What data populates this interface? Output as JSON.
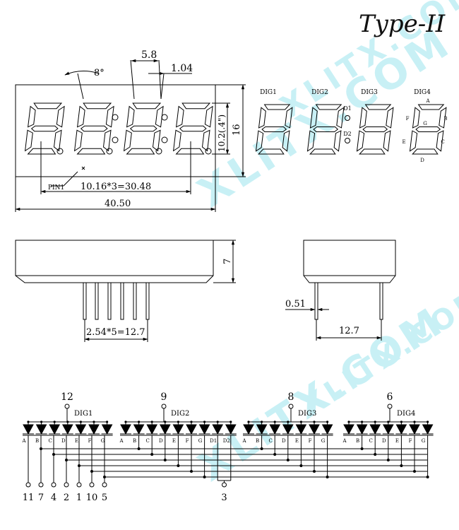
{
  "title": "Type-II",
  "watermark": "XLITX.COM",
  "front_dims": {
    "pitch": "5.8",
    "seg_w": "1.04",
    "slant": "8°",
    "digit_h": "10.2(.4\")",
    "height": "16",
    "pin1": "PIN1",
    "digit_span": "10.16*3=30.48",
    "width": "40.50"
  },
  "side_dims": {
    "depth": "7",
    "pin_pitch": "2.54*5=12.7",
    "pin_dia": "0.51",
    "row_pitch": "12.7"
  },
  "segment_labels": {
    "dig_names": [
      "DIG1",
      "DIG2",
      "DIG3",
      "DIG4"
    ],
    "a": "A",
    "b": "B",
    "c": "C",
    "d": "D",
    "e": "E",
    "f": "F",
    "g": "G",
    "d1": "D1",
    "d2": "D2"
  },
  "schematic": {
    "common_pins": [
      "12",
      "9",
      "8",
      "6"
    ],
    "digits": [
      "DIG1",
      "DIG2",
      "DIG3",
      "DIG4"
    ],
    "seg_letters": [
      [
        "A",
        "B",
        "C",
        "D",
        "E",
        "F",
        "G"
      ],
      [
        "A",
        "B",
        "C",
        "D",
        "E",
        "F",
        "G",
        "D1",
        "D2"
      ],
      [
        "A",
        "B",
        "C",
        "D",
        "E",
        "F",
        "G"
      ],
      [
        "A",
        "B",
        "C",
        "D",
        "E",
        "F",
        "G"
      ]
    ],
    "bottom_pins": [
      "11",
      "7",
      "4",
      "2",
      "1",
      "10",
      "5"
    ],
    "colon_pin": "3"
  }
}
